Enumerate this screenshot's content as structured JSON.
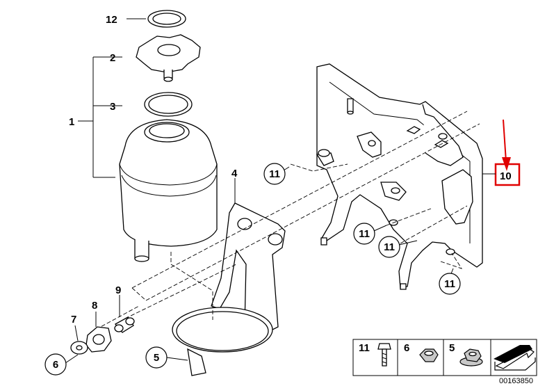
{
  "diagram": {
    "callouts": [
      {
        "id": "12",
        "text": "12"
      },
      {
        "id": "2",
        "text": "2"
      },
      {
        "id": "3",
        "text": "3"
      },
      {
        "id": "1",
        "text": "1"
      },
      {
        "id": "4",
        "text": "4"
      },
      {
        "id": "10",
        "text": "10"
      },
      {
        "id": "9",
        "text": "9"
      },
      {
        "id": "8",
        "text": "8"
      },
      {
        "id": "7",
        "text": "7"
      },
      {
        "id": "6",
        "text": "6"
      },
      {
        "id": "5",
        "text": "5"
      }
    ],
    "circled_11": [
      "11",
      "11",
      "11",
      "11"
    ],
    "legend": [
      {
        "number": "11",
        "icon": "bolt-icon"
      },
      {
        "number": "6",
        "icon": "nut-icon"
      },
      {
        "number": "5",
        "icon": "flange-nut-icon"
      }
    ],
    "drawing_code": "00163850",
    "highlight_color": "#e00000"
  }
}
